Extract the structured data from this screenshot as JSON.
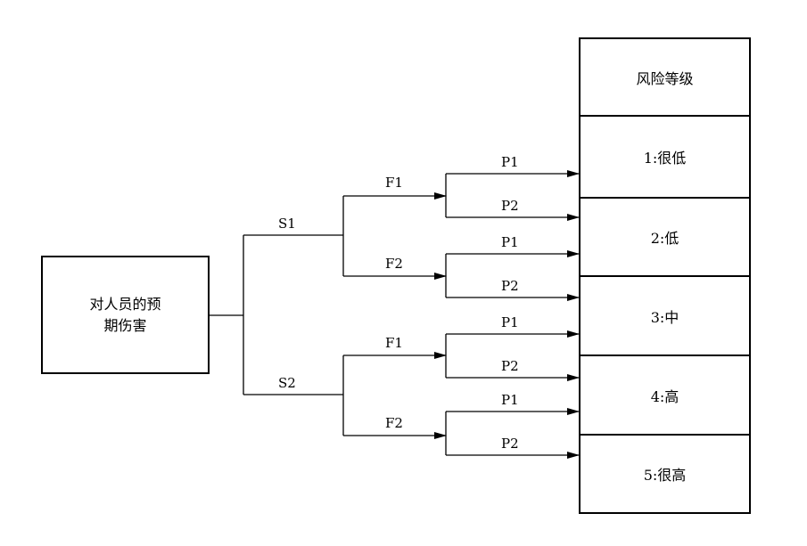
{
  "root": {
    "line1": "对人员的预",
    "line2": "期伤害"
  },
  "risk_header": "风险等级",
  "risk_levels": [
    "1:很低",
    "2:低",
    "3:中",
    "4:高",
    "5:很高"
  ],
  "s_labels": [
    "S1",
    "S2"
  ],
  "f_labels": [
    "F1",
    "F2",
    "F1",
    "F2"
  ],
  "p_labels": [
    "P1",
    "P2",
    "P1",
    "P2",
    "P1",
    "P2",
    "P1",
    "P2"
  ]
}
